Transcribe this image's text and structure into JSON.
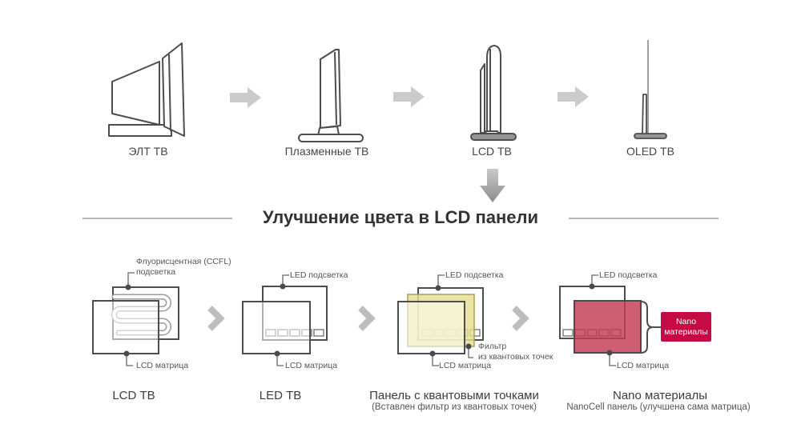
{
  "colors": {
    "accent_red": "#c50a46",
    "nano_pink": "#c63b53",
    "quantum_yellow": "#e8de8e",
    "stroke_dark": "#4d4d4d",
    "arrow_gray": "#cbcbcb",
    "chevron_gray": "#bdbdbd"
  },
  "evolution": {
    "items": [
      {
        "label": "ЭЛТ ТВ"
      },
      {
        "label": "Плазменные ТВ"
      },
      {
        "label": "LCD ТВ"
      },
      {
        "label": "OLED ТВ"
      }
    ]
  },
  "section_title": "Улучшение цвета в LCD панели",
  "panels": [
    {
      "caption": "LCD ТВ",
      "labels": {
        "backlight_line1": "Флуорисцентная (CCFL)",
        "backlight_line2": "подсветка",
        "matrix": "LCD матрица"
      }
    },
    {
      "caption": "LED ТВ",
      "labels": {
        "backlight": "LED подсветка",
        "matrix": "LCD матрица"
      }
    },
    {
      "caption": "Панель с квантовыми точками",
      "subtitle": "(Вставлен фильтр из квантовых точек)",
      "labels": {
        "backlight": "LED подсветка",
        "filter_line1": "Фильтр",
        "filter_line2": "из квантовых точек",
        "matrix": "LCD матрица"
      }
    },
    {
      "caption": "Nano материалы",
      "subtitle": "NanoCell панель (улучшена сама матрица)",
      "labels": {
        "backlight": "LED подсветка",
        "matrix": "LCD матрица"
      },
      "badge": "Nano материалы"
    }
  ]
}
